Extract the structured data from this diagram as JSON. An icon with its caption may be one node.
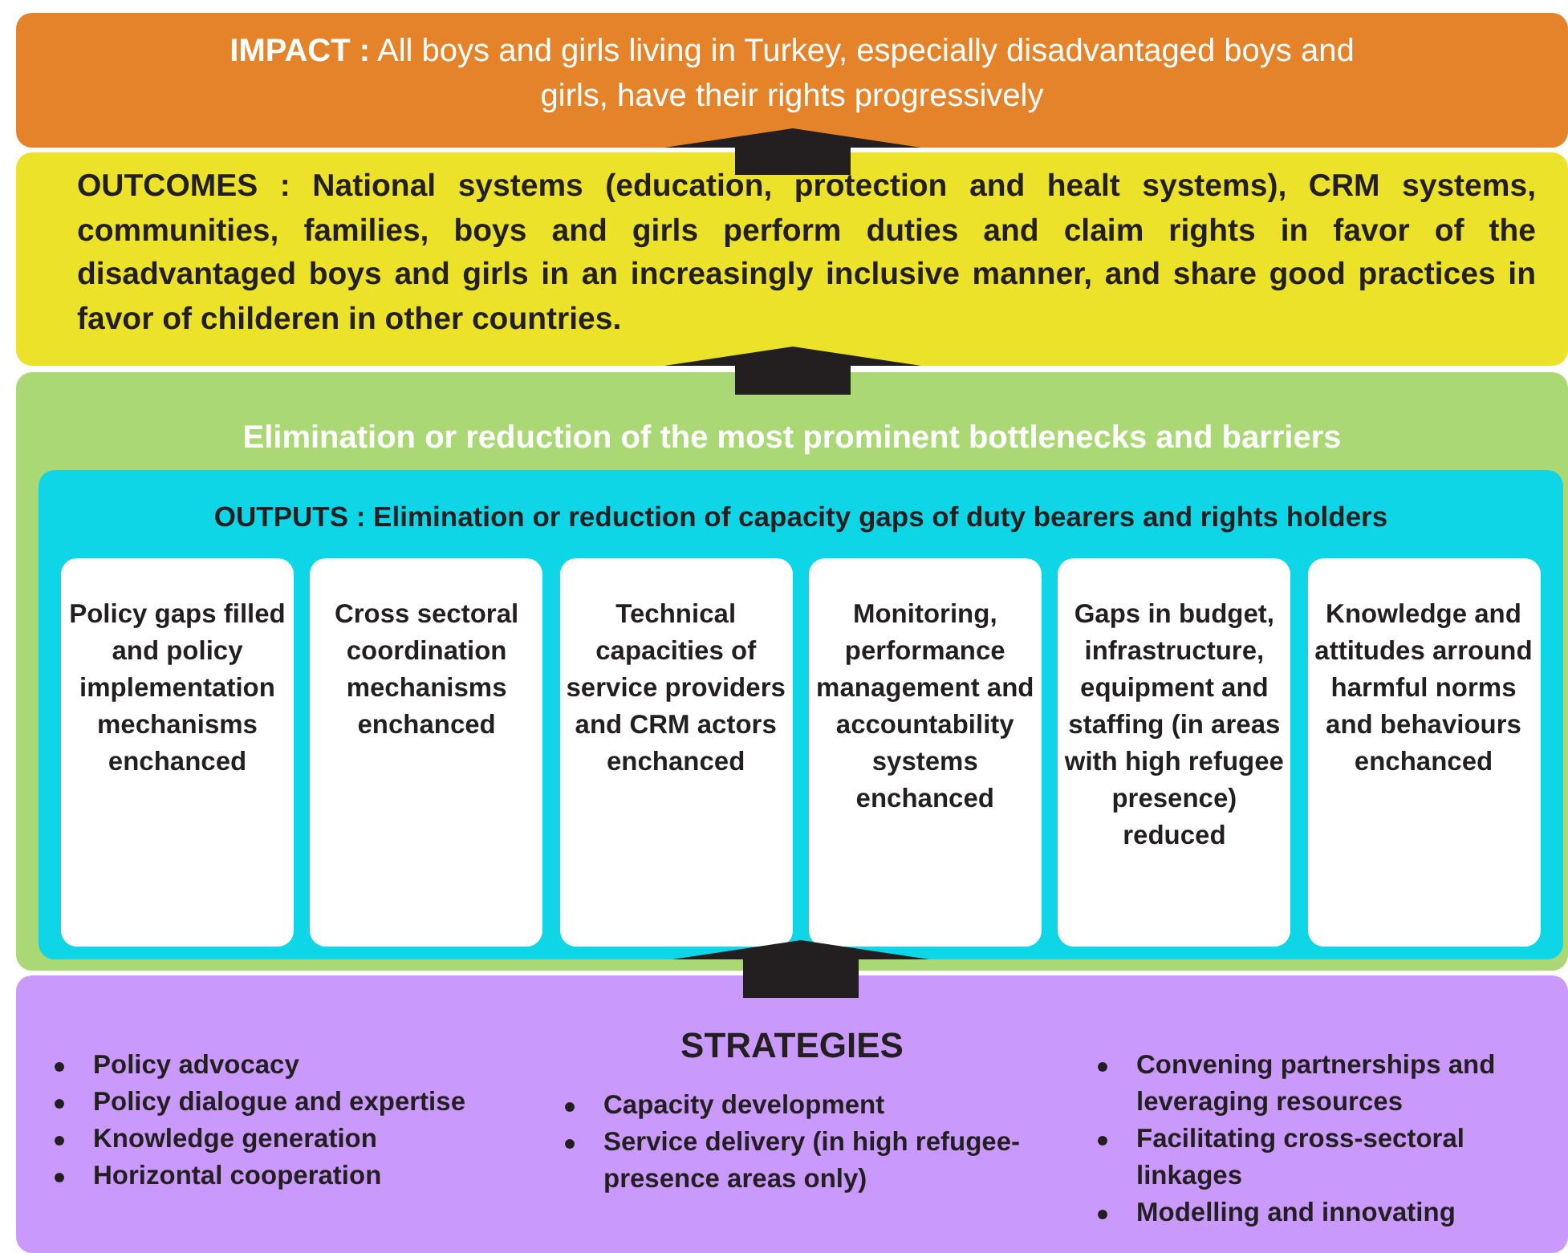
{
  "diagram": {
    "nodes": [
      {
        "text": [
          "**IMPACT :** All boys and girls living in Turkey, especially disadvantaged boys and girls, have their rights progressively"
        ]
      },
      {
        "text": [
          "OUTCOMES : National systems (education, protection and healt systems), CRM systems, communities, families, boys and girls perform duties and claim rights in favor of the disadvantaged boys and girls in an increasingly inclusive manner, and share good practices in favor of childeren in other countries."
        ]
      },
      {
        "text": [
          "Elimination or reduction of the most prominent bottlenecks and barriers"
        ]
      },
      {
        "text": [
          "OUTPUTS : Elimination or reduction of capacity gaps of duty bearers and rights holders"
        ],
        "in": 2
      },
      {
        "text": [
          "Policy gaps filled and policy implementation mechanisms enchanced"
        ],
        "in": 3
      },
      {
        "text": [
          "Cross sectoral coordination mechanisms enchanced"
        ],
        "in": 3
      },
      {
        "text": [
          "Technical capacities of service providers and CRM actors enchanced"
        ],
        "in": 3
      },
      {
        "text": [
          "Monitoring, performance management and accountability systems enchanced"
        ],
        "in": 3
      },
      {
        "text": [
          "Gaps in budget, infrastructure, equipment and staffing (in areas with high refugee presence) reduced"
        ],
        "in": 3
      },
      {
        "text": [
          "Knowledge and attitudes arround harmful norms and behaviours enchanced"
        ],
        "in": 3
      },
      {
        "text": [
          "STRATEGIES",
          "Policy advocacy",
          "Policy dialogue and expertise",
          "Knowledge generation",
          "Horizontal cooperation",
          "Capacity development",
          "Service delivery (in high refugee-presence areas only)",
          "Convening partnerships and leveraging resources",
          "Facilitating cross-sectoral linkages",
          "Modelling and innovating"
        ]
      }
    ],
    "edges": [
      {
        "from": 10,
        "to": 3,
        "arrow": "to"
      },
      {
        "from": 2,
        "to": 1,
        "arrow": "to"
      },
      {
        "from": 1,
        "to": 0,
        "arrow": "to"
      }
    ]
  }
}
